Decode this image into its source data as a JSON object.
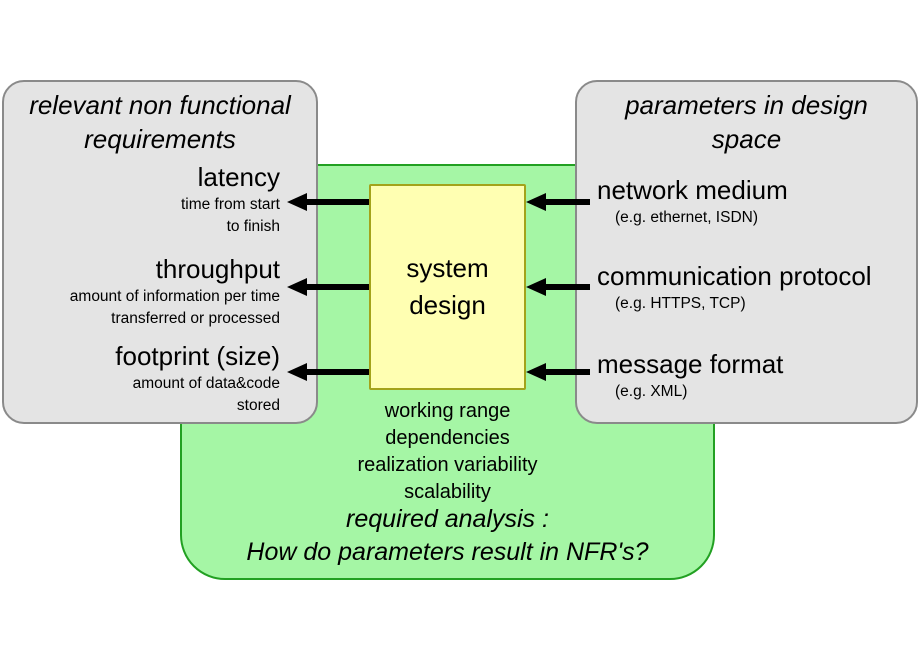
{
  "colors": {
    "analysis_region_fill": "#A5F6A5",
    "analysis_region_border": "#22A022",
    "panel_fill": "#E4E4E4",
    "panel_border": "#8A8A8A",
    "system_box_fill": "#FFFFB2",
    "system_box_border": "#A3A31B",
    "arrow": "#000000",
    "text": "#000000"
  },
  "left_panel": {
    "title_line1": "relevant non functional",
    "title_line2": "requirements",
    "items": [
      {
        "label": "latency",
        "sub1": "time from start",
        "sub2": "to finish"
      },
      {
        "label": "throughput",
        "sub1": "amount of information per time",
        "sub2": "transferred or processed"
      },
      {
        "label": "footprint (size)",
        "sub1": "amount of data&code",
        "sub2": "stored"
      }
    ]
  },
  "right_panel": {
    "title_line1": "parameters in design",
    "title_line2": "space",
    "items": [
      {
        "label": "network medium",
        "sub": "(e.g. ethernet, ISDN)"
      },
      {
        "label": "communication protocol",
        "sub": "(e.g. HTTPS, TCP)"
      },
      {
        "label": "message format",
        "sub": "(e.g. XML)"
      }
    ]
  },
  "center_box": {
    "line1": "system",
    "line2": "design"
  },
  "analysis": {
    "properties": [
      "working range",
      "dependencies",
      "realization variability",
      "scalability"
    ],
    "conclusion_line1": "required analysis :",
    "conclusion_line2": "How do parameters result in NFR's?"
  }
}
